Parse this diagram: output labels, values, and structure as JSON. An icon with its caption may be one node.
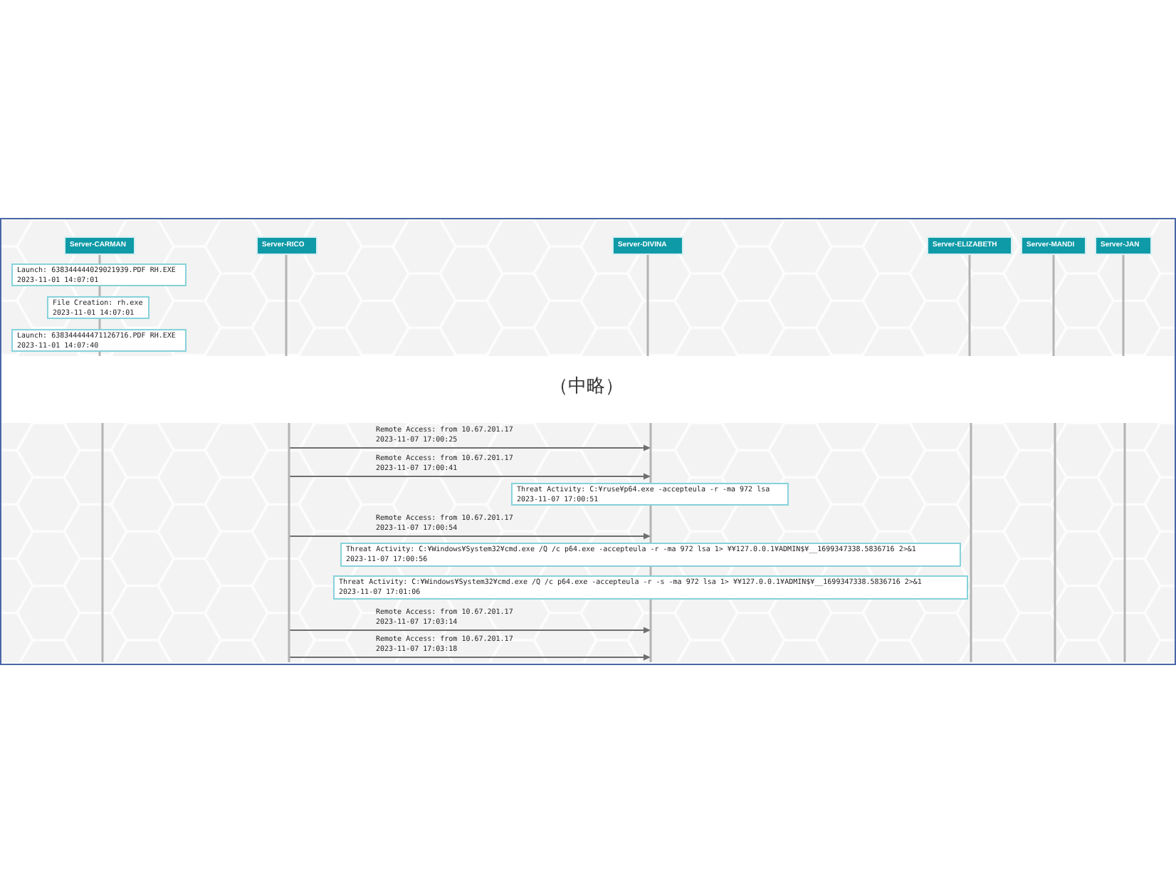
{
  "diagram": {
    "nodes": [
      {
        "text": [
          "Server-CARMAN"
        ]
      },
      {
        "text": [
          "Server-RICO"
        ]
      },
      {
        "text": [
          "Server-DIVINA"
        ]
      },
      {
        "text": [
          "Server-ELIZABETH"
        ]
      },
      {
        "text": [
          "Server-MANDI"
        ]
      },
      {
        "text": [
          "Server-JAN"
        ]
      },
      {
        "text": [
          "Launch: 638344444029021939.PDF RH.EXE",
          "2023-11-01 14:07:01"
        ]
      },
      {
        "text": [
          "File Creation: rh.exe",
          "2023-11-01 14:07:01"
        ]
      },
      {
        "text": [
          "Launch: 638344444471126716.PDF RH.EXE",
          "2023-11-01 14:07:40"
        ]
      },
      {
        "text": [
          "Threat Activity: C:¥ruse¥p64.exe -accepteula -r -ma 972 lsa",
          "2023-11-07 17:00:51"
        ]
      },
      {
        "text": [
          "Threat Activity: C:¥Windows¥System32¥cmd.exe /Q /c p64.exe -accepteula -r -ma 972 lsa 1> ¥¥127.0.0.1¥ADMIN$¥__1699347338.5836716 2>&1",
          "2023-11-07 17:00:56"
        ]
      },
      {
        "text": [
          "Threat Activity: C:¥Windows¥System32¥cmd.exe /Q /c p64.exe -accepteula -r -s -ma 972 lsa 1> ¥¥127.0.0.1¥ADMIN$¥__1699347338.5836716 2>&1",
          "2023-11-07 17:01:06"
        ]
      }
    ],
    "edges": [
      {
        "from": 1,
        "to": 2,
        "arrow": "to",
        "label": "Remote Access: from 10.67.201.17 2023-11-07 17:00:25"
      },
      {
        "from": 1,
        "to": 2,
        "arrow": "to",
        "label": "Remote Access: from 10.67.201.17 2023-11-07 17:00:41"
      },
      {
        "from": 1,
        "to": 2,
        "arrow": "to",
        "label": "Remote Access: from 10.67.201.17 2023-11-07 17:00:54"
      },
      {
        "from": 1,
        "to": 2,
        "arrow": "to",
        "label": "Remote Access: from 10.67.201.17 2023-11-07 17:03:14"
      },
      {
        "from": 1,
        "to": 2,
        "arrow": "to",
        "label": "Remote Access: from 10.67.201.17 2023-11-07 17:03:18"
      }
    ],
    "labels": [
      "（中略）"
    ]
  }
}
